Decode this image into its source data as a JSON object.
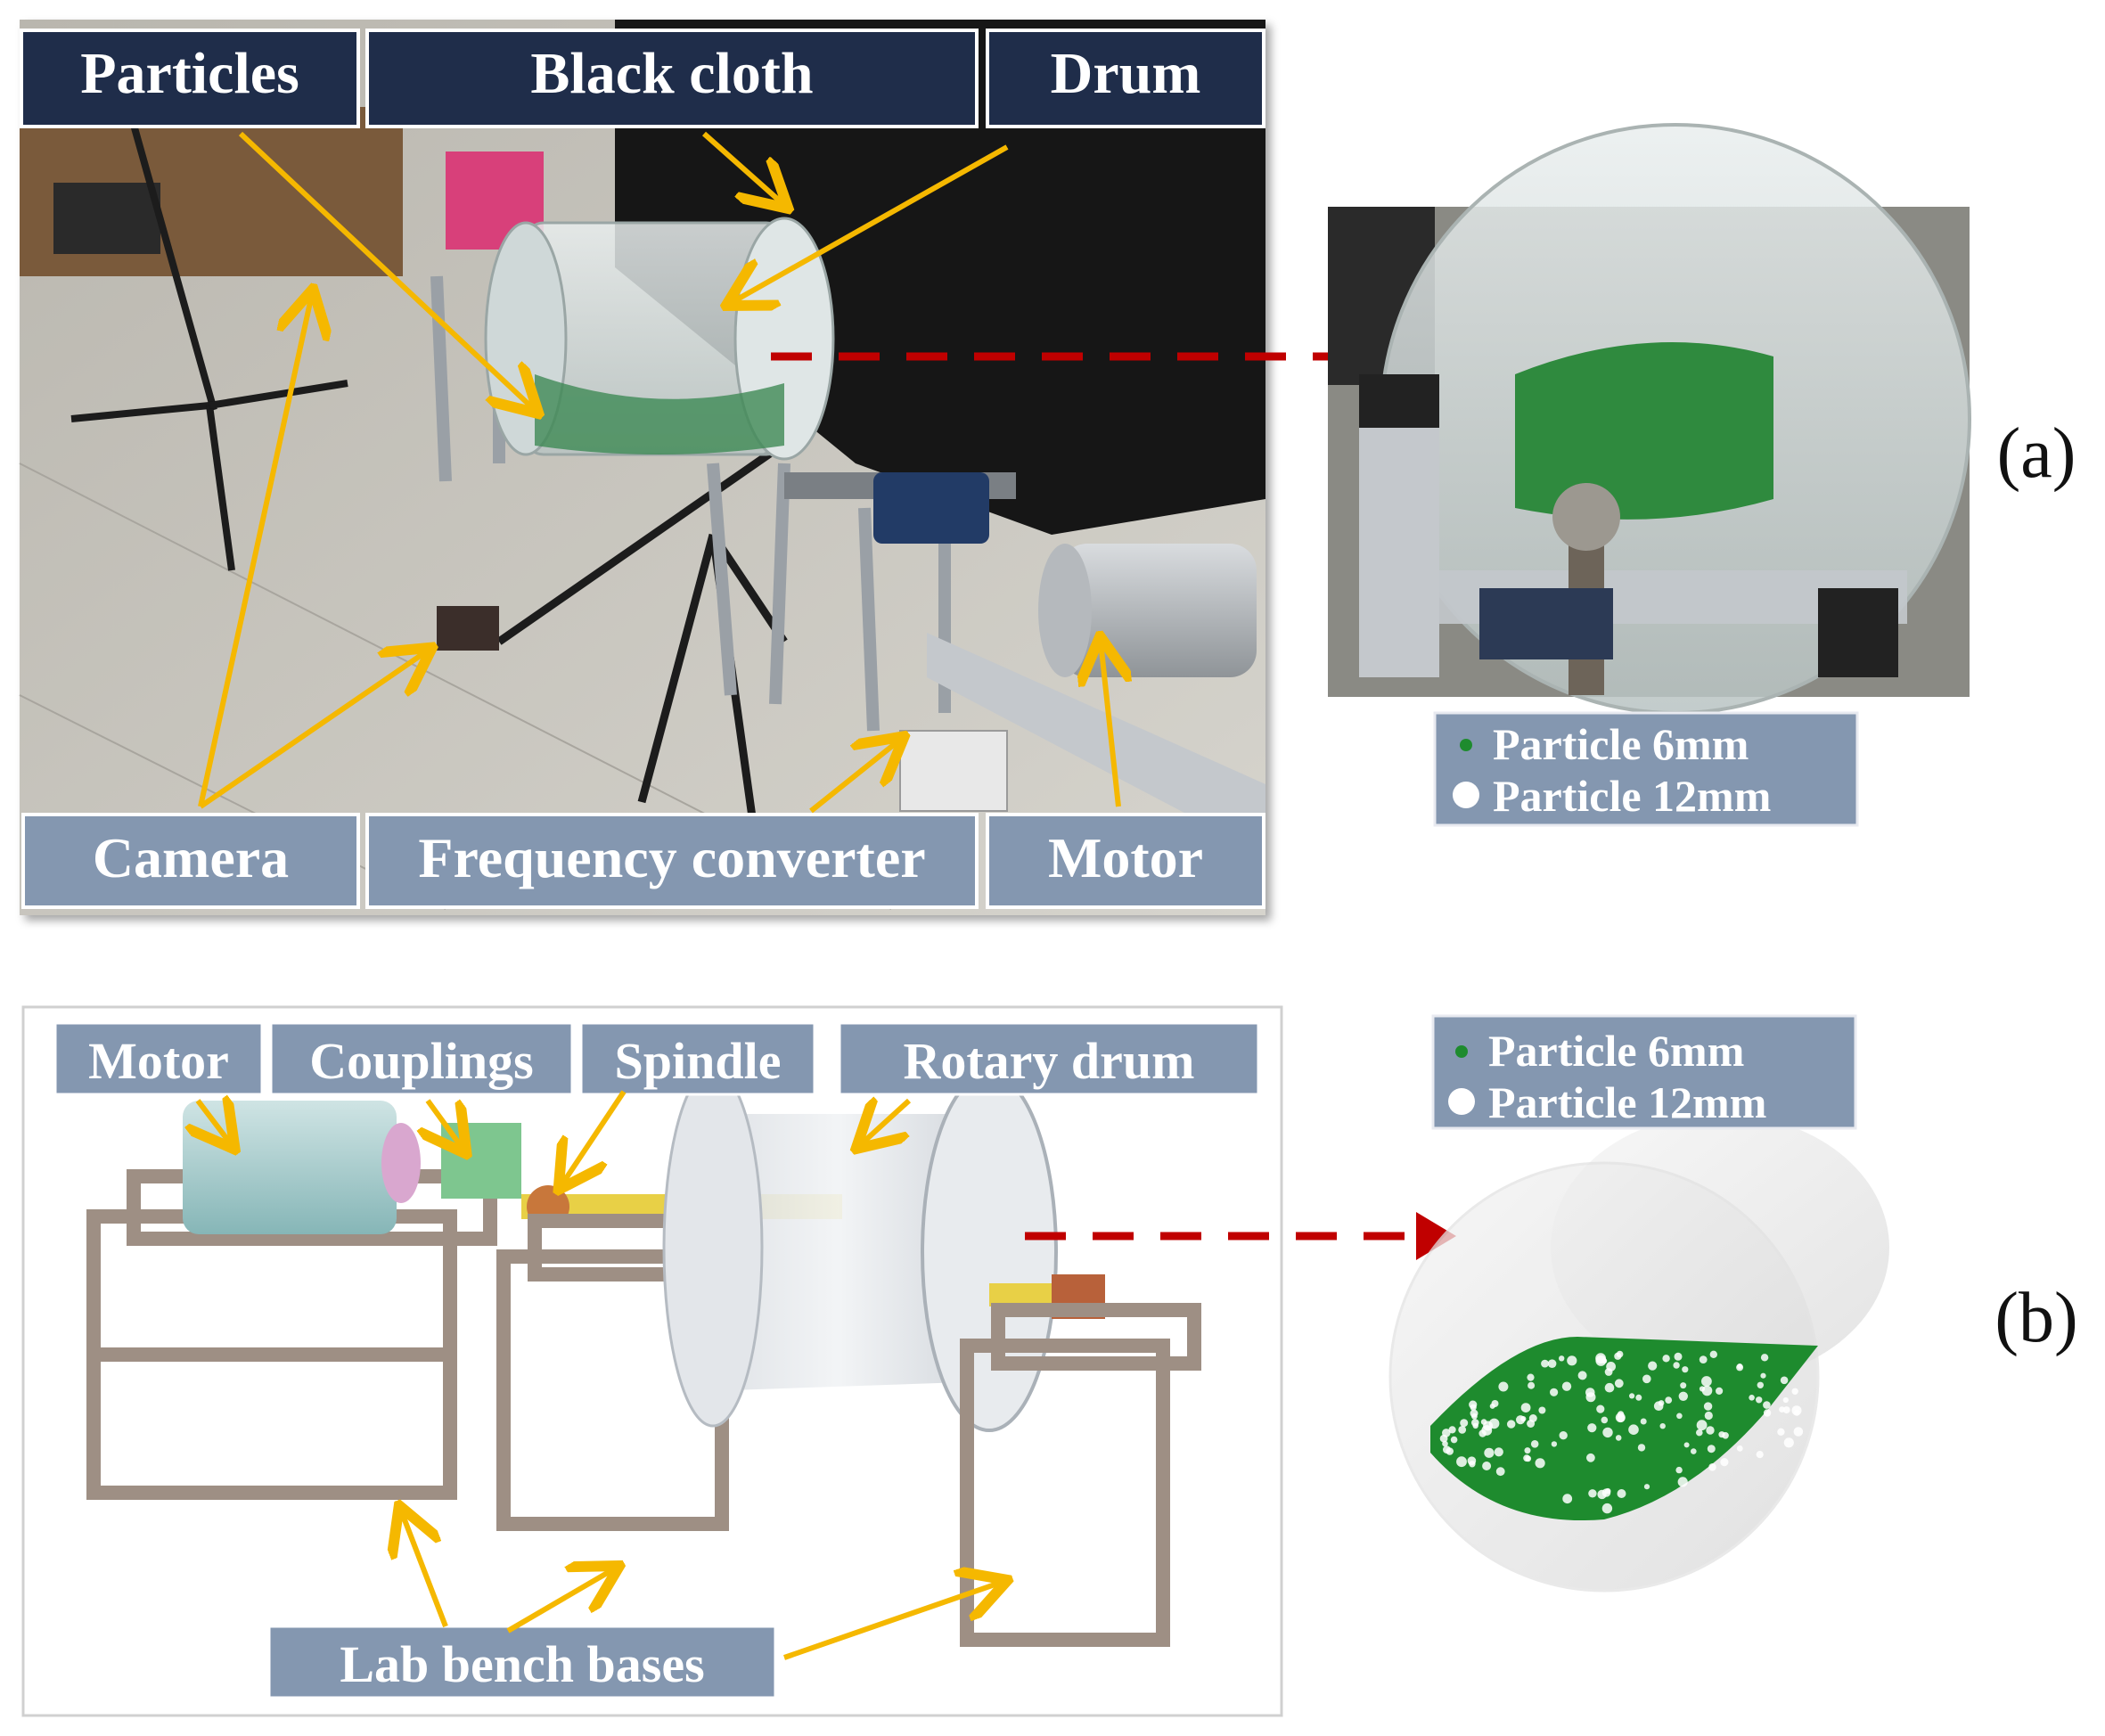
{
  "panel_a": {
    "label": "(a)",
    "callouts": {
      "particles": "Particles",
      "black_cloth": "Black cloth",
      "drum": "Drum",
      "camera": "Camera",
      "frequency_converter": "Frequency converter",
      "motor": "Motor"
    },
    "legend": {
      "small": "Particle 6mm",
      "large": "Particle 12mm"
    }
  },
  "panel_b": {
    "label": "(b)",
    "callouts": {
      "motor": "Motor",
      "couplings": "Couplings",
      "spindle": "Spindle",
      "rotary_drum": "Rotary drum",
      "bases": "Lab bench bases"
    },
    "legend": {
      "small": "Particle 6mm",
      "large": "Particle 12mm"
    }
  },
  "colors": {
    "callout_dark": "#1f2d4a",
    "callout_light": "#8497b0",
    "arrow": "#f5b800",
    "dashed_arrow": "#c00000",
    "particle_small": "#1e8b2e",
    "particle_large": "#ffffff"
  }
}
